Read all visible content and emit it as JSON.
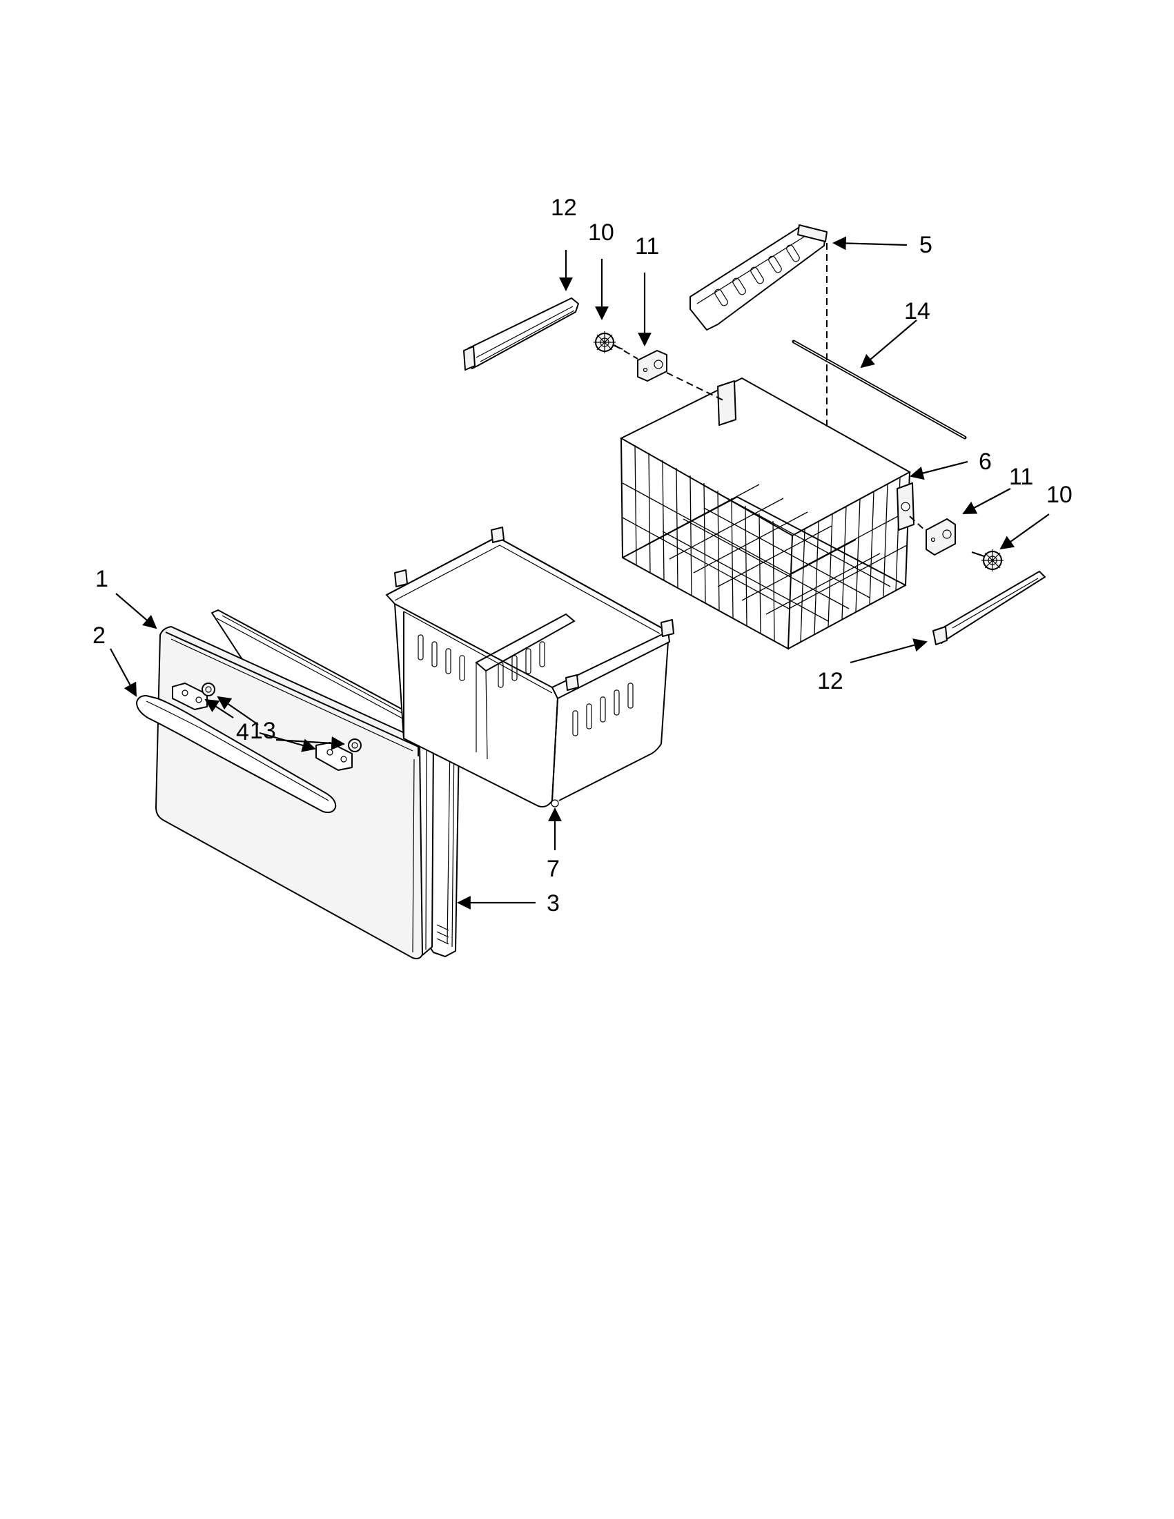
{
  "callouts": {
    "c1": "1",
    "c2": "2",
    "c3": "3",
    "c4": "4",
    "c5": "5",
    "c6": "6",
    "c7": "7",
    "c10_top": "10",
    "c10_right": "10",
    "c11_top": "11",
    "c11_right": "11",
    "c12_top": "12",
    "c12_bottom": "12",
    "c13": "13",
    "c14": "14"
  }
}
